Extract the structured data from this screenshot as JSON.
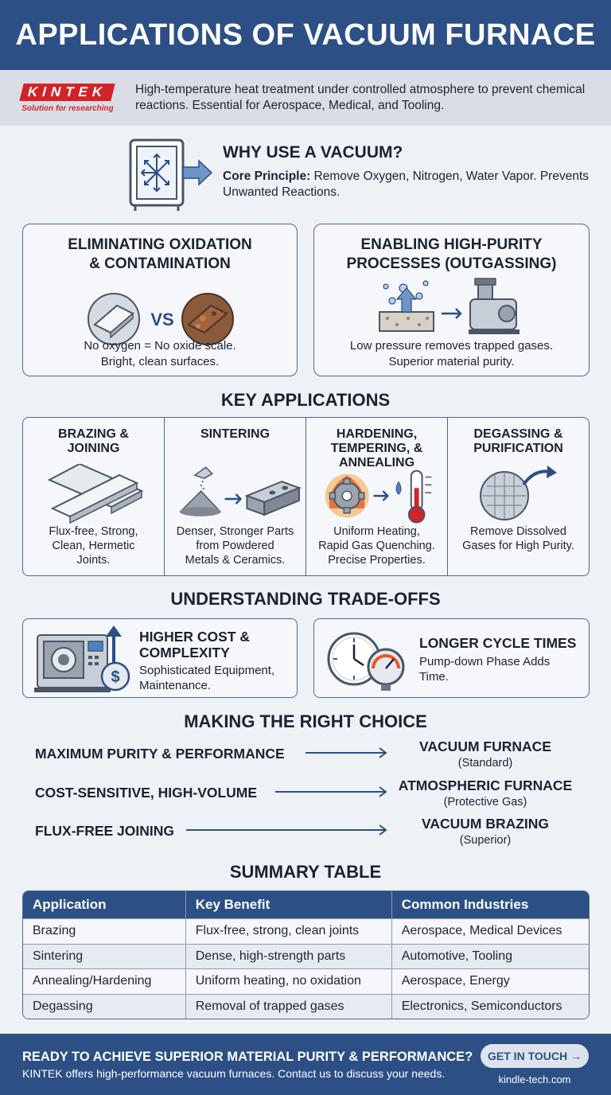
{
  "title": "APPLICATIONS OF VACUUM FURNACE",
  "brand": {
    "logo_text": "KINTEK",
    "tagline": "Solution for researching"
  },
  "intro": "High-temperature heat treatment under controlled atmosphere to prevent chemical reactions. Essential for Aerospace, Medical, and Tooling.",
  "why": {
    "heading": "WHY USE A VACUUM?",
    "label": "Core Principle:",
    "text": " Remove Oxygen, Nitrogen, Water Vapor. Prevents Unwanted Reactions.",
    "icon": "vacuum-chamber-icon"
  },
  "benefits": [
    {
      "title_1": "ELIMINATING OXIDATION",
      "title_2": "& CONTAMINATION",
      "vs": "VS",
      "line_1": "No oxygen = No oxide scale.",
      "line_2": "Bright, clean surfaces."
    },
    {
      "title_1": "ENABLING HIGH-PURITY",
      "title_2": "PROCESSES (OUTGASSING)",
      "line_1": "Low pressure removes trapped gases.",
      "line_2": "Superior material purity."
    }
  ],
  "key_apps_heading": "KEY APPLICATIONS",
  "apps": [
    {
      "title_1": "BRAZING &",
      "title_2": "JOINING",
      "title_3": "",
      "l1": "Flux-free, Strong,",
      "l2": "Clean, Hermetic",
      "l3": "Joints."
    },
    {
      "title_1": "SINTERING",
      "title_2": "",
      "title_3": "",
      "l1": "Denser, Stronger Parts",
      "l2": "from Powdered",
      "l3": "Metals & Ceramics."
    },
    {
      "title_1": "HARDENING,",
      "title_2": "TEMPERING, &",
      "title_3": "ANNEALING",
      "l1": "Uniform Heating,",
      "l2": "Rapid Gas Quenching.",
      "l3": "Precise Properties."
    },
    {
      "title_1": "DEGASSING &",
      "title_2": "PURIFICATION",
      "title_3": "",
      "l1": "Remove Dissolved",
      "l2": "Gases for High Purity.",
      "l3": ""
    }
  ],
  "tradeoffs_heading": "UNDERSTANDING TRADE-OFFS",
  "tradeoffs": [
    {
      "title_1": "HIGHER COST &",
      "title_2": "COMPLEXITY",
      "l1": "Sophisticated Equipment,",
      "l2": "Maintenance."
    },
    {
      "title_1": "LONGER CYCLE TIMES",
      "title_2": "",
      "l1": "Pump-down Phase Adds",
      "l2": "Time."
    }
  ],
  "choice_heading": "MAKING THE RIGHT CHOICE",
  "choices": [
    {
      "need": "MAXIMUM PURITY & PERFORMANCE",
      "answer": "VACUUM FURNACE",
      "note": "(Standard)"
    },
    {
      "need": "COST-SENSITIVE, HIGH-VOLUME",
      "answer": "ATMOSPHERIC FURNACE",
      "note": "(Protective Gas)"
    },
    {
      "need": "FLUX-FREE JOINING",
      "answer": "VACUUM BRAZING",
      "note": "(Superior)"
    }
  ],
  "summary_heading": "SUMMARY TABLE",
  "table": {
    "headers": [
      "Application",
      "Key Benefit",
      "Common Industries"
    ],
    "rows": [
      [
        "Brazing",
        "Flux-free, strong, clean joints",
        "Aerospace, Medical Devices"
      ],
      [
        "Sintering",
        "Dense, high-strength parts",
        "Automotive, Tooling"
      ],
      [
        "Annealing/Hardening",
        "Uniform heating, no oxidation",
        "Aerospace, Energy"
      ],
      [
        "Degassing",
        "Removal of trapped gases",
        "Electronics, Semiconductors"
      ]
    ]
  },
  "footer": {
    "headline": "READY TO ACHIEVE SUPERIOR MATERIAL PURITY & PERFORMANCE?",
    "text": "KINTEK offers high-performance vacuum furnaces. Contact us to discuss your needs.",
    "cta": "GET IN TOUCH →",
    "site": "kindle-tech.com"
  },
  "colors": {
    "primary": "#2c4f85",
    "brand_red": "#d2232a",
    "background": "#eef2f7",
    "accent_orange": "#e8572a"
  }
}
